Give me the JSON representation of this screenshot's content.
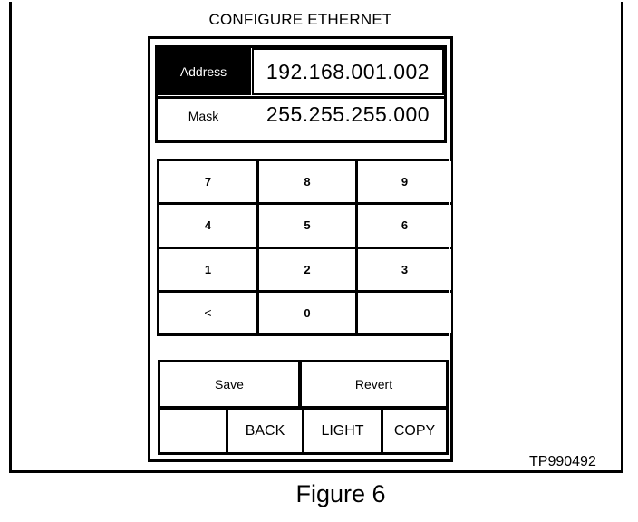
{
  "screen": {
    "title": "CONFIGURE ETHERNET"
  },
  "fields": {
    "address": {
      "label": "Address",
      "value": "192.168.001.002"
    },
    "mask": {
      "label": "Mask",
      "value": "255.255.255.000"
    }
  },
  "keypad": {
    "keys": [
      "7",
      "8",
      "9",
      "4",
      "5",
      "6",
      "1",
      "2",
      "3",
      "<",
      "0",
      ""
    ]
  },
  "actions": {
    "save": "Save",
    "revert": "Revert",
    "blank": "",
    "back": "BACK",
    "light": "LIGHT",
    "copy": "COPY"
  },
  "figure": {
    "tag": "TP990492",
    "caption": "Figure 6"
  }
}
